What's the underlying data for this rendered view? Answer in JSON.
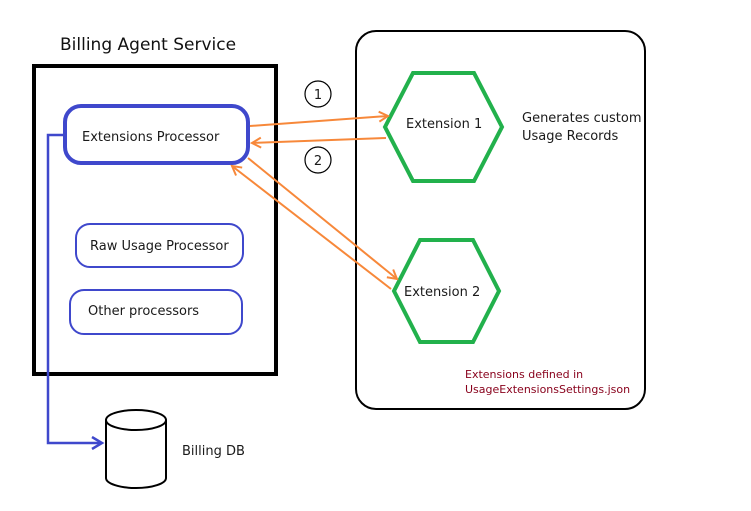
{
  "service": {
    "title": "Billing Agent Service",
    "processors": {
      "extensions": "Extensions Processor",
      "raw_usage": "Raw Usage Processor",
      "other": "Other processors"
    }
  },
  "database": {
    "label": "Billing DB"
  },
  "extensions": {
    "ext1": "Extension 1",
    "ext1_desc_line1": "Generates custom",
    "ext1_desc_line2": "Usage Records",
    "ext2": "Extension 2",
    "defined_line1": "Extensions defined in",
    "defined_line2": "UsageExtensionsSettings.json"
  },
  "steps": {
    "step1": "1",
    "step2": "2"
  },
  "colors": {
    "service_border": "#000000",
    "processor_border": "#3f48cc",
    "hexagon": "#22b14c",
    "arrow": "#f7883a",
    "note_text": "#88001b"
  }
}
